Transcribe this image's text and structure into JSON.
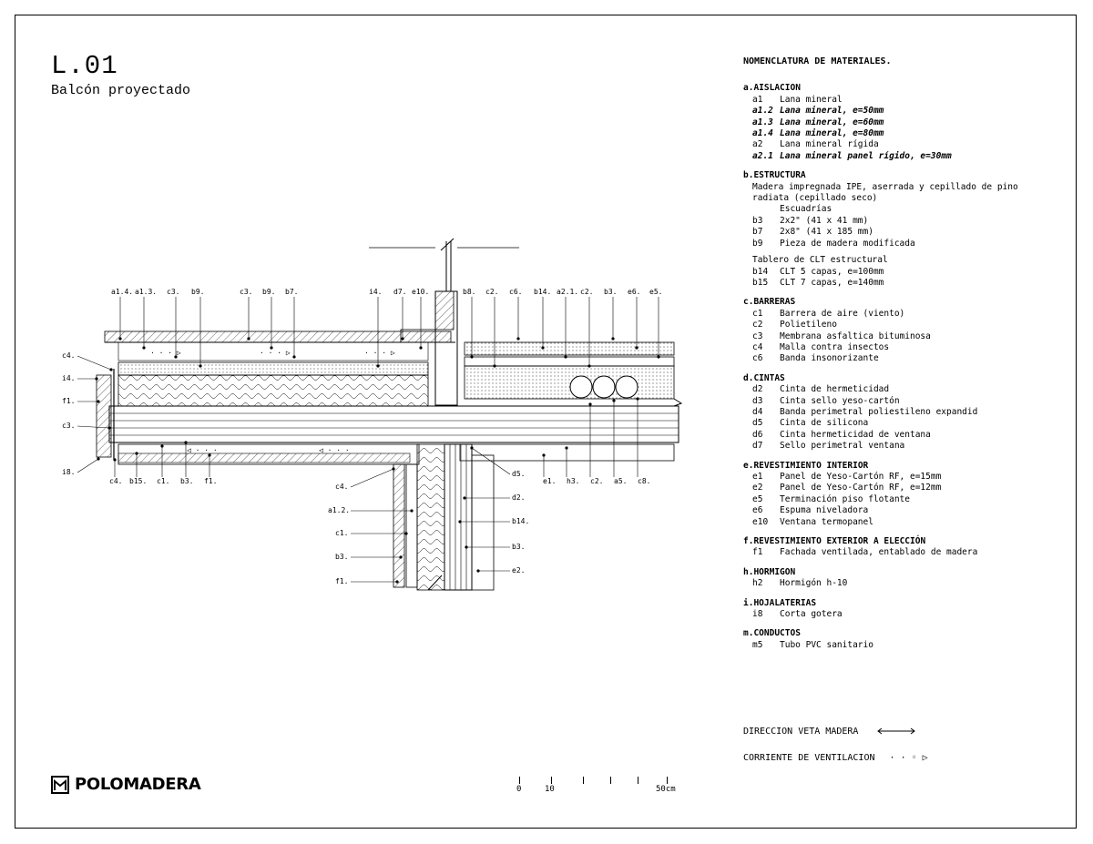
{
  "sheet": {
    "code": "L.01",
    "subtitle": "Balcón proyectado",
    "brand": "POLOMADERA"
  },
  "legend": {
    "title": "NOMENCLATURA DE MATERIALES.",
    "sections": [
      {
        "heading": "a.AISLACION",
        "items": [
          {
            "code": "a1",
            "text": "Lana mineral",
            "italic": false
          },
          {
            "code": "a1.2",
            "text": "Lana mineral, e=50mm",
            "italic": true
          },
          {
            "code": "a1.3",
            "text": "Lana mineral, e=60mm",
            "italic": true
          },
          {
            "code": "a1.4",
            "text": "Lana mineral, e=80mm",
            "italic": true
          },
          {
            "code": "a2",
            "text": "Lana mineral rígida",
            "italic": false
          },
          {
            "code": "a2.1",
            "text": "Lana mineral panel rígido, e=30mm",
            "italic": true
          }
        ]
      },
      {
        "heading": "b.ESTRUCTURA",
        "note": "Madera impregnada IPE, aserrada y cepillado de pino radiata (cepillado seco)",
        "subheading": "Escuadrías",
        "items": [
          {
            "code": "b3",
            "text": "2x2\" (41 x 41 mm)",
            "italic": false
          },
          {
            "code": "b7",
            "text": "2x8\" (41 x 185 mm)",
            "italic": false
          },
          {
            "code": "b9",
            "text": "Pieza de madera modificada",
            "italic": false
          }
        ],
        "subheading2": "Tablero de CLT estructural",
        "items2": [
          {
            "code": "b14",
            "text": "CLT 5 capas, e=100mm",
            "italic": false
          },
          {
            "code": "b15",
            "text": "CLT 7 capas, e=140mm",
            "italic": false
          }
        ]
      },
      {
        "heading": "c.BARRERAS",
        "items": [
          {
            "code": "c1",
            "text": "Barrera de aire (viento)",
            "italic": false
          },
          {
            "code": "c2",
            "text": "Polietileno",
            "italic": false
          },
          {
            "code": "c3",
            "text": "Membrana asfaltica bituminosa",
            "italic": false
          },
          {
            "code": "c4",
            "text": "Malla contra insectos",
            "italic": false
          },
          {
            "code": "c6",
            "text": "Banda insonorizante",
            "italic": false
          }
        ]
      },
      {
        "heading": "d.CINTAS",
        "items": [
          {
            "code": "d2",
            "text": "Cinta de hermeticidad",
            "italic": false
          },
          {
            "code": "d3",
            "text": "Cinta sello yeso-cartón",
            "italic": false
          },
          {
            "code": "d4",
            "text": "Banda perimetral poliestileno expandid",
            "italic": false
          },
          {
            "code": "d5",
            "text": "Cinta de silicona",
            "italic": false
          },
          {
            "code": "d6",
            "text": "Cinta hermeticidad de ventana",
            "italic": false
          },
          {
            "code": "d7",
            "text": "Sello perimetral ventana",
            "italic": false
          }
        ]
      },
      {
        "heading": "e.REVESTIMIENTO INTERIOR",
        "items": [
          {
            "code": "e1",
            "text": "Panel de Yeso-Cartón RF, e=15mm",
            "italic": false
          },
          {
            "code": "e2",
            "text": "Panel de Yeso-Cartón RF, e=12mm",
            "italic": false
          },
          {
            "code": "e5",
            "text": "Terminación piso flotante",
            "italic": false
          },
          {
            "code": "e6",
            "text": "Espuma niveladora",
            "italic": false
          },
          {
            "code": "e10",
            "text": "Ventana termopanel",
            "italic": false
          }
        ]
      },
      {
        "heading": "f.REVESTIMIENTO EXTERIOR A ELECCIÓN",
        "items": [
          {
            "code": "f1",
            "text": "Fachada ventilada, entablado de madera",
            "italic": false
          }
        ]
      },
      {
        "heading": "h.HORMIGON",
        "items": [
          {
            "code": "h2",
            "text": "Hormigón h-10",
            "italic": false
          }
        ]
      },
      {
        "heading": "i.HOJALATERIAS",
        "items": [
          {
            "code": "i8",
            "text": "Corta gotera",
            "italic": false
          }
        ]
      },
      {
        "heading": "m.CONDUCTOS",
        "items": [
          {
            "code": "m5",
            "text": "Tubo PVC sanitario",
            "italic": false
          }
        ]
      }
    ],
    "direction_grain": "DIRECCION VETA MADERA",
    "ventilation": "CORRIENTE DE VENTILACION"
  },
  "labels": {
    "top": [
      "a1.4",
      "a1.3",
      "c3",
      "b9",
      "c3",
      "b9",
      "b7",
      "i4",
      "d7",
      "e10",
      "b8",
      "c2",
      "c6",
      "b14",
      "a2.1",
      "c2",
      "b3",
      "e6",
      "e5"
    ],
    "left": [
      "c4",
      "i4",
      "f1",
      "c3",
      "i8"
    ],
    "bottom": [
      "c4",
      "b15",
      "c1",
      "b3",
      "f1"
    ],
    "wall_left": [
      "c4",
      "a1.2",
      "c1",
      "b3",
      "f1"
    ],
    "wall_right": [
      "d5",
      "d2",
      "b14",
      "b3",
      "e2"
    ],
    "floor_bottom": [
      "e1",
      "h3",
      "c2",
      "a5",
      "c8"
    ]
  },
  "scale": {
    "labels": [
      "0",
      "10",
      "50cm"
    ]
  }
}
